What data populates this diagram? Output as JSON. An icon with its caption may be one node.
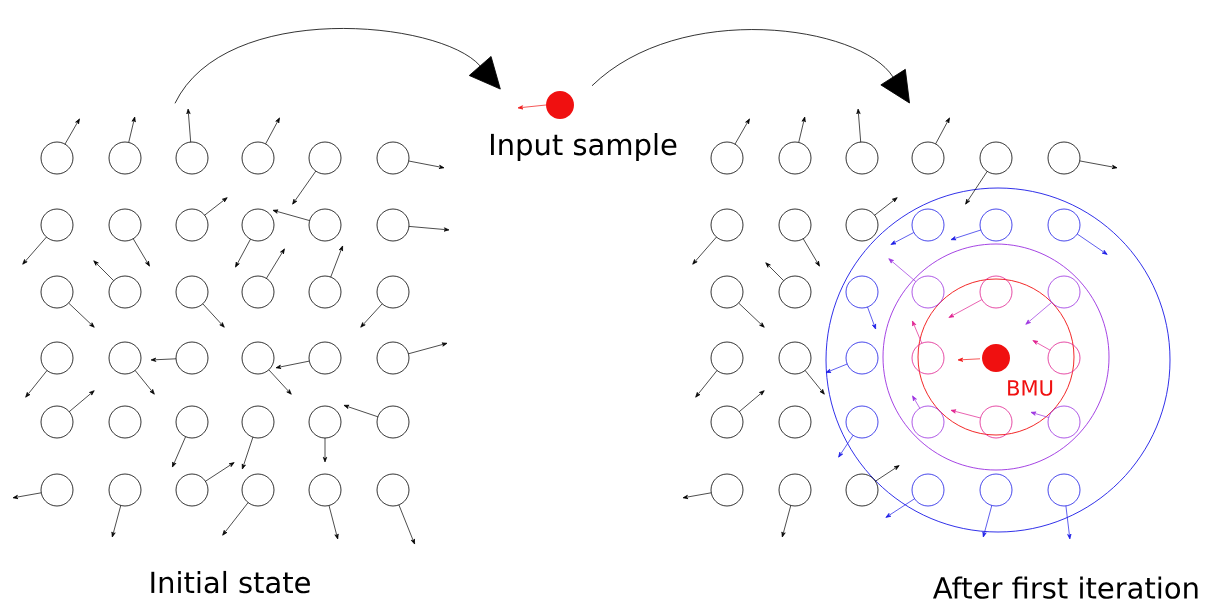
{
  "diagram": {
    "nodes": [
      {
        "text": [
          "Initial state"
        ]
      },
      {
        "text": [
          "Input sample"
        ]
      },
      {
        "text": [
          "After first iteration"
        ]
      }
    ],
    "edges": [
      {
        "from": 0,
        "to": 1,
        "arrow": "to"
      },
      {
        "from": 1,
        "to": 2,
        "arrow": "to"
      }
    ],
    "labels": [
      "BMU"
    ]
  }
}
